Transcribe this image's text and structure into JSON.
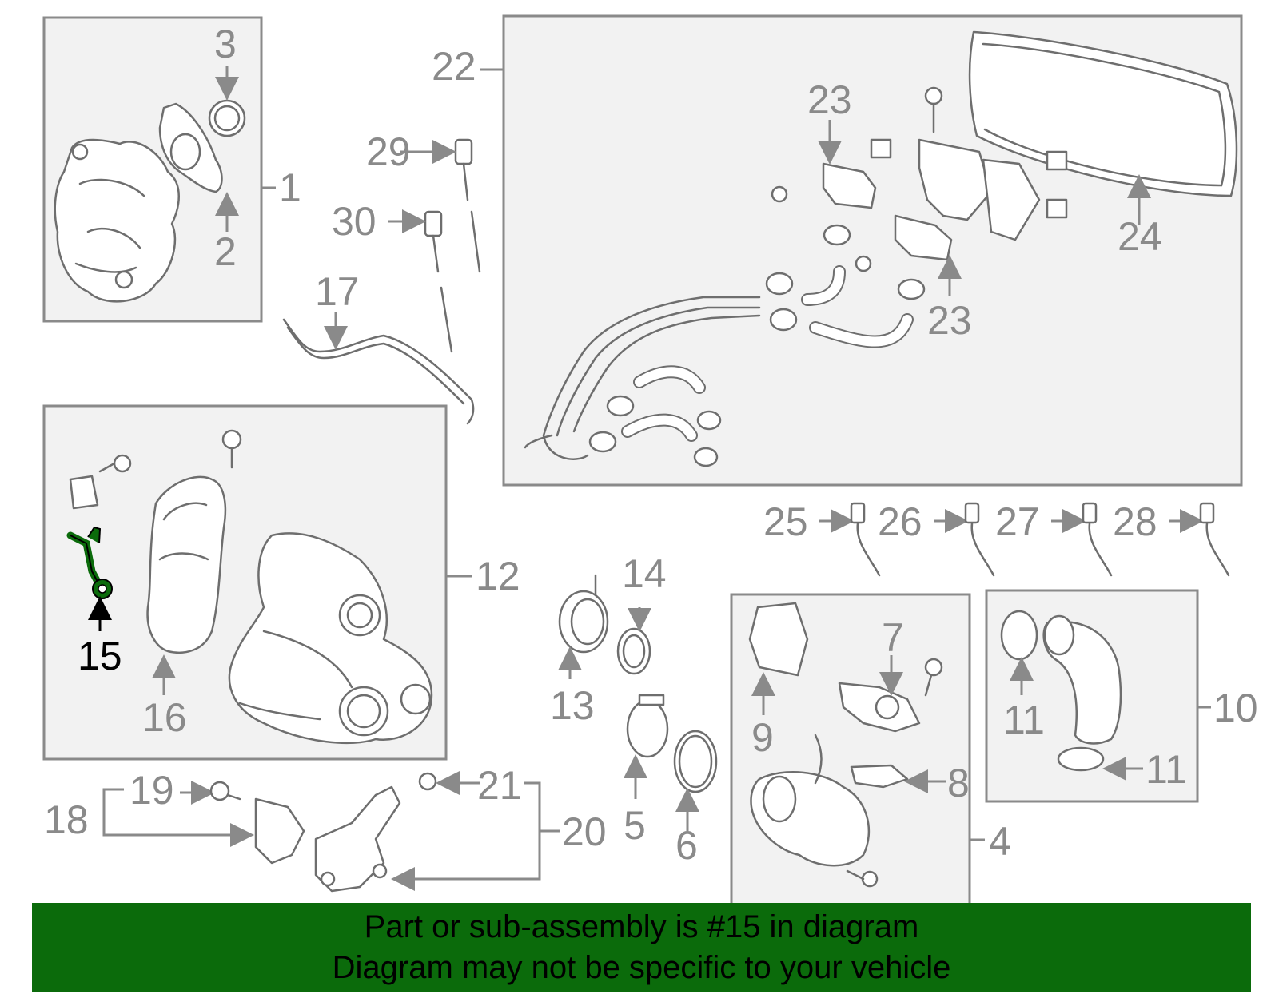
{
  "callouts": {
    "c1": "1",
    "c2": "2",
    "c3": "3",
    "c4": "4",
    "c5": "5",
    "c6": "6",
    "c7": "7",
    "c8": "8",
    "c9": "9",
    "c10": "10",
    "c11a": "11",
    "c11b": "11",
    "c12": "12",
    "c13": "13",
    "c14": "14",
    "c15": "15",
    "c16": "16",
    "c17": "17",
    "c18": "18",
    "c19": "19",
    "c20": "20",
    "c21": "21",
    "c22": "22",
    "c23a": "23",
    "c23b": "23",
    "c24": "24",
    "c25": "25",
    "c26": "26",
    "c27": "27",
    "c28": "28",
    "c29": "29",
    "c30": "30"
  },
  "highlight": {
    "part_number": "15",
    "color": "#0b6b0b"
  },
  "banner": {
    "line1": "Part or sub-assembly is #15 in diagram",
    "line2": "Diagram may not be specific to your vehicle",
    "background": "#0b6b0b"
  },
  "colors": {
    "line": "#8a8a8a",
    "box_fill": "#f2f2f2",
    "part_stroke": "#6e6e6e"
  }
}
